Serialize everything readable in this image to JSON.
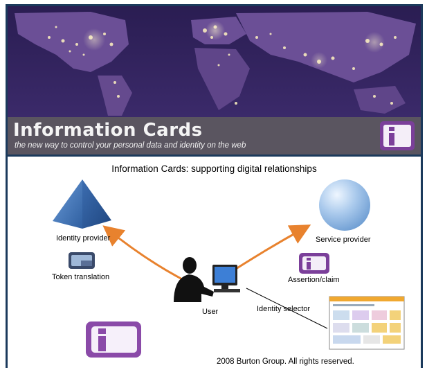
{
  "banner": {
    "title": "Information Cards",
    "tagline": "the new way to control your personal data and identity on the web"
  },
  "diagram": {
    "heading": "Information Cards: supporting digital relationships",
    "identity_provider": "Identity provider",
    "token_translation": "Token translation",
    "service_provider": "Service provider",
    "assertion_claim": "Assertion/claim",
    "user": "User",
    "identity_selector": "Identity selector",
    "copyright": "2008 Burton Group. All rights reserved."
  },
  "colors": {
    "frame": "#1b3a5c",
    "title_bar": "#5a5560",
    "arrow": "#e8822e",
    "icard_purple": "#7b3f9a",
    "pyramid_blue": "#4a7fc0"
  }
}
